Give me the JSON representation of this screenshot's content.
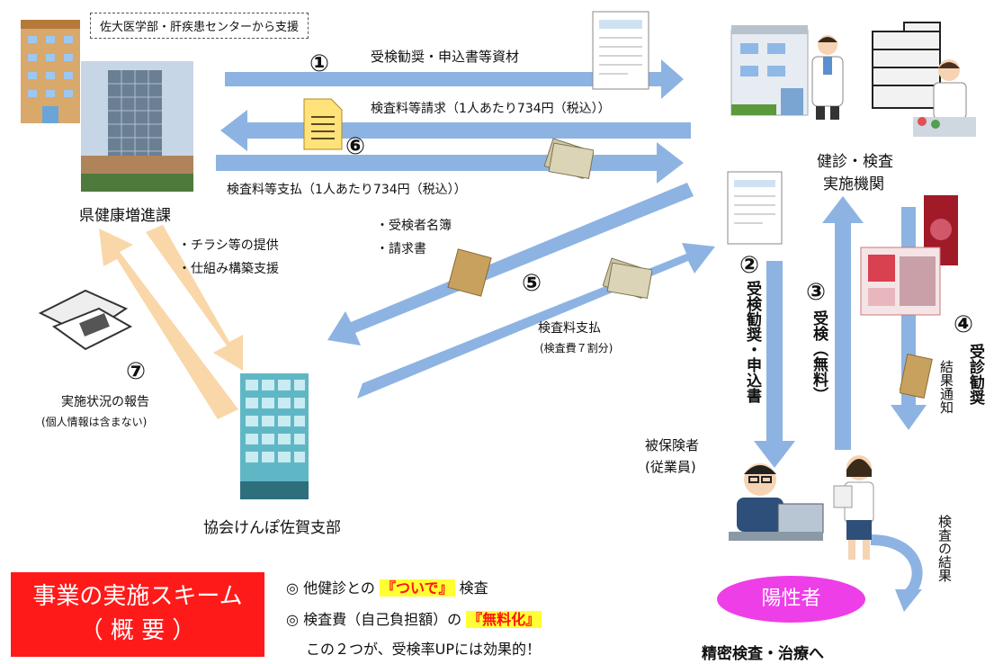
{
  "top_note": "佐大医学部・肝疾患センターから支援",
  "nodes": {
    "pref": "県健康増進課",
    "clinic_l1": "健診・検査",
    "clinic_l2": "実施機関",
    "kyokai": "協会けんぽ佐賀支部",
    "insured_l1": "被保険者",
    "insured_l2": "(従業員)",
    "positive": "陽性者",
    "followup": "精密検査・治療へ"
  },
  "flows": {
    "f1_num": "①",
    "f1_label": "受検勧奨・申込書等資材",
    "f6_num": "⑥",
    "f6_label": "検査料等請求（1人あたり734円（税込））",
    "f6_pay_label": "検査料等支払（1人あたり734円（税込））",
    "f5_num": "⑤",
    "f5_item1": "・受検者名簿",
    "f5_item2": "・請求書",
    "f5_pay_label": "検査料支払",
    "f5_pay_sub": "(検査費７割分)",
    "f7_num": "⑦",
    "f7_label": "実施状況の報告",
    "f7_sub": "(個人情報は含まない)",
    "support1": "・チラシ等の提供",
    "support2": "・仕組み構築支援",
    "f2_num": "②",
    "f2_label": "受検勧奨・申込書",
    "f3_num": "③",
    "f3_label": "受検（無料）",
    "f4_num": "④",
    "f4_label": "受診勧奨",
    "f4_sub": "結果通知",
    "result_label": "検査の結果"
  },
  "scheme": {
    "line1": "事業の実施スキーム",
    "line2": "（ 概 要 ）"
  },
  "points": {
    "bullet": "◎",
    "p1_pre": "他健診との",
    "p1_hl": "『ついで』",
    "p1_post": "検査",
    "p2_pre": "検査費（自己負担額）の",
    "p2_hl": "『無料化』",
    "p3": "この２つが、受検率UPには効果的！"
  },
  "colors": {
    "blue_arrow": "#8db3e2",
    "orange_arrow": "#fad7a8",
    "scheme_red": "#ff1a1a",
    "positive_magenta": "#ee3ee8"
  },
  "icons": [
    "university-building-icon",
    "office-building-icon",
    "clinic-building-icon",
    "doctor-icon",
    "lab-building-icon",
    "researcher-icon",
    "document-icon",
    "money-icon",
    "envelope-icon",
    "flyer-icon",
    "employee-pc-icon",
    "woman-icon",
    "hospital-building-icon"
  ]
}
